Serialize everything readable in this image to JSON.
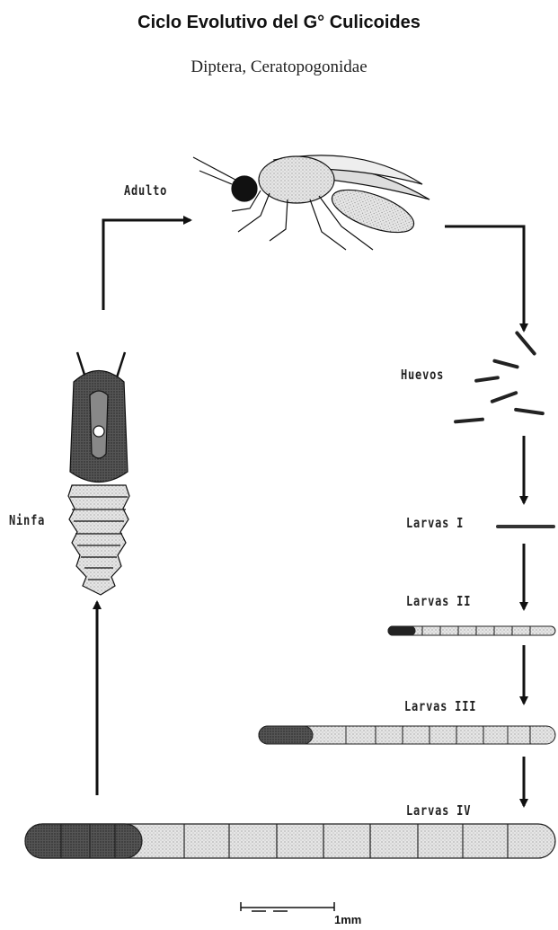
{
  "title": "Ciclo Evolutivo del G° Culicoides",
  "subtitle": "Diptera, Ceratopogonidae",
  "stages": {
    "adulto": "Adulto",
    "huevos": "Huevos",
    "larvas_1": "Larvas I",
    "larvas_2": "Larvas II",
    "larvas_3": "Larvas III",
    "larvas_4": "Larvas IV",
    "ninfa": "Ninfa"
  },
  "scale_bar": {
    "label": "1mm"
  }
}
